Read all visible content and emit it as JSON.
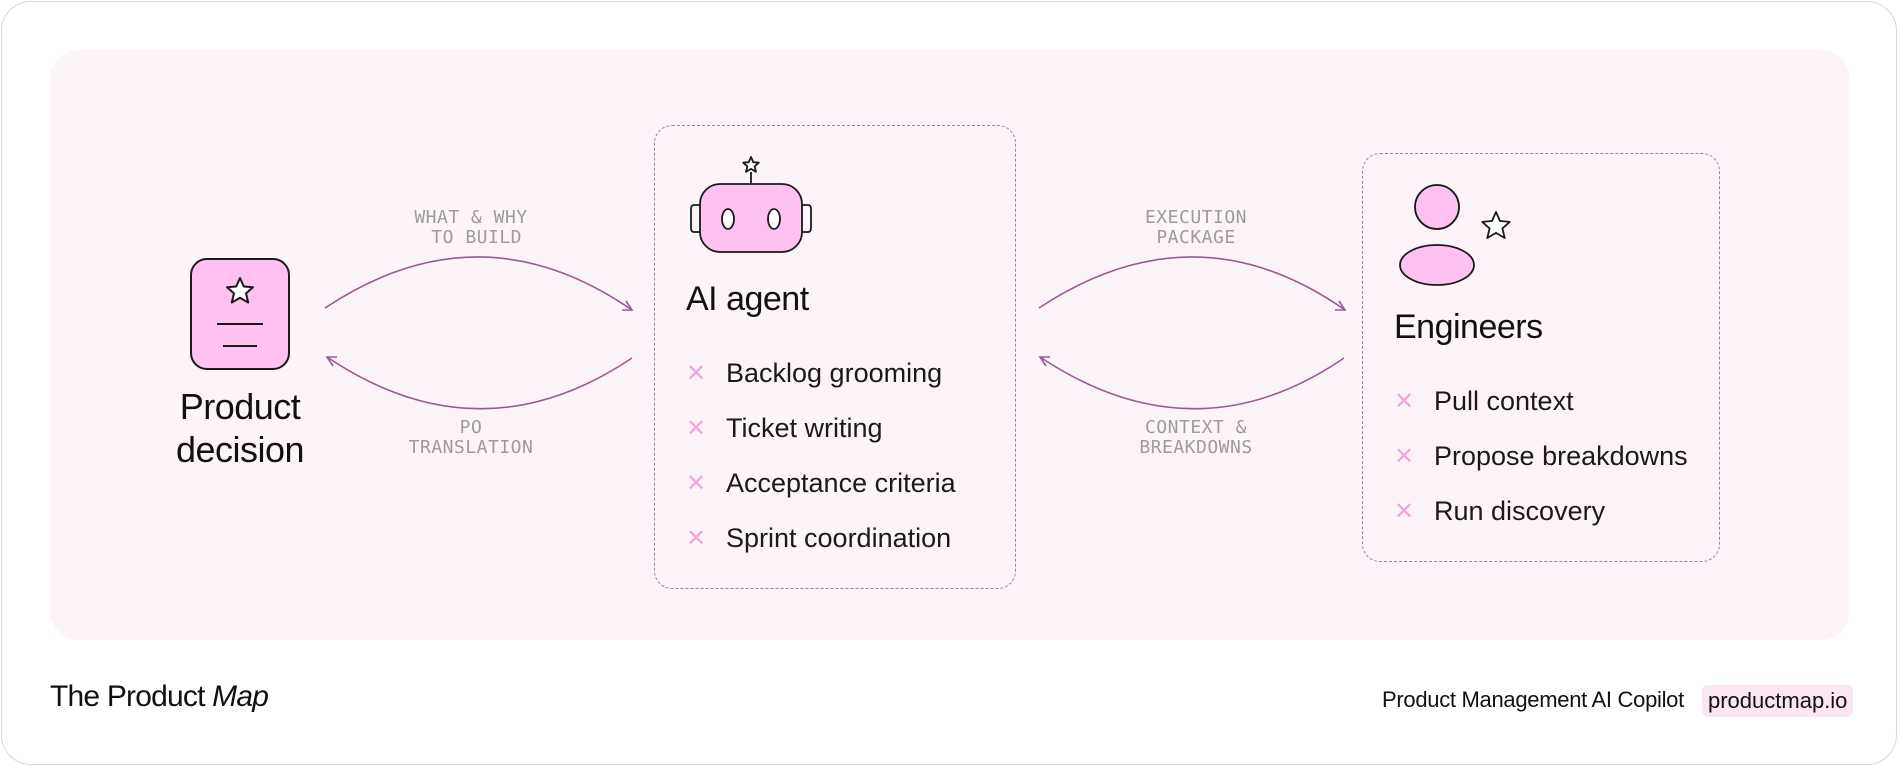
{
  "nodes": {
    "product": {
      "label_line1": "Product",
      "label_line2": "decision"
    },
    "agent": {
      "title": "AI agent",
      "items": [
        "Backlog grooming",
        "Ticket writing",
        "Acceptance criteria",
        "Sprint coordination"
      ]
    },
    "engineers": {
      "title": "Engineers",
      "items": [
        "Pull context",
        "Propose breakdowns",
        "Run discovery"
      ]
    }
  },
  "arrows": {
    "left_top": "WHAT & WHY\n TO BUILD",
    "left_bottom": "PO\nTRANSLATION",
    "right_top": "EXECUTION\nPACKAGE",
    "right_bottom": "CONTEXT &\nBREAKDOWNS"
  },
  "footer": {
    "brand_plain": "The Product ",
    "brand_italic": "Map",
    "tagline": "Product Management AI Copilot",
    "url": "productmap.io"
  },
  "icons": [
    "document-star-icon",
    "robot-icon",
    "star-icon",
    "person-icon",
    "x-icon",
    "arrow-icon"
  ],
  "colors": {
    "accent_pink": "#ffc2f0",
    "outline": "#1a1a1a",
    "arrow": "#9b5a93",
    "panel_bg": "#fdf4fa",
    "muted_label": "#9c9c9c",
    "bullet": "#f3a6dc",
    "url_bg": "#fbe6f4"
  }
}
